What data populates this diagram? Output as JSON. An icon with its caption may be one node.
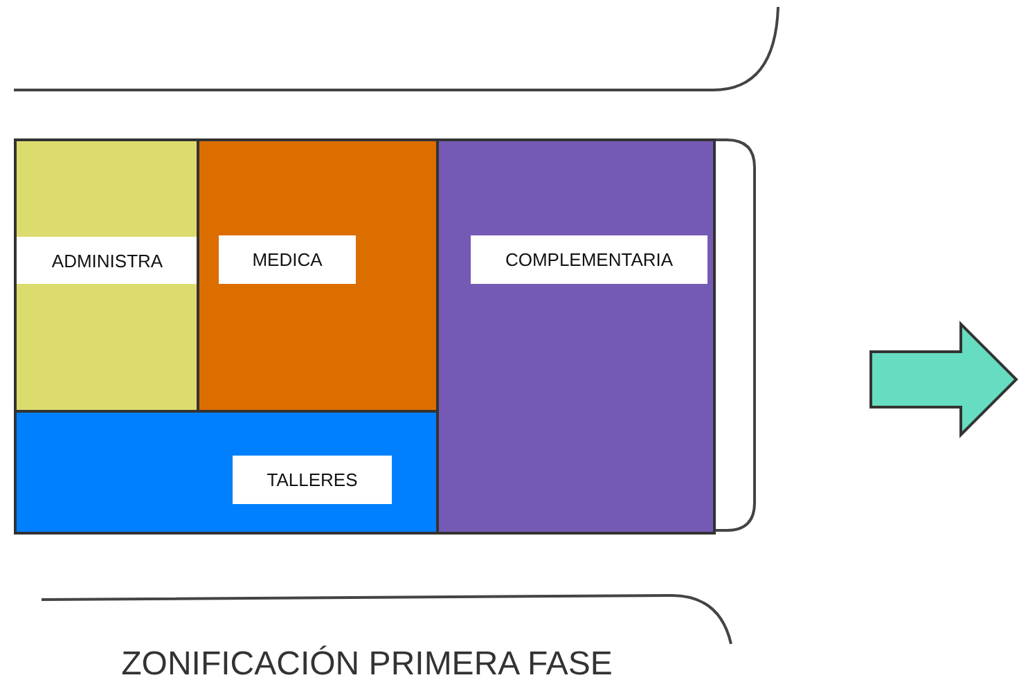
{
  "diagram": {
    "caption": "ZONIFICACIÓN PRIMERA FASE",
    "nodes": [
      {
        "text": [
          "ADMINISTRA"
        ]
      },
      {
        "text": [
          "MEDICA"
        ]
      },
      {
        "text": [
          "COMPLEMENTARIA"
        ]
      },
      {
        "text": [
          "TALLERES"
        ]
      }
    ]
  }
}
